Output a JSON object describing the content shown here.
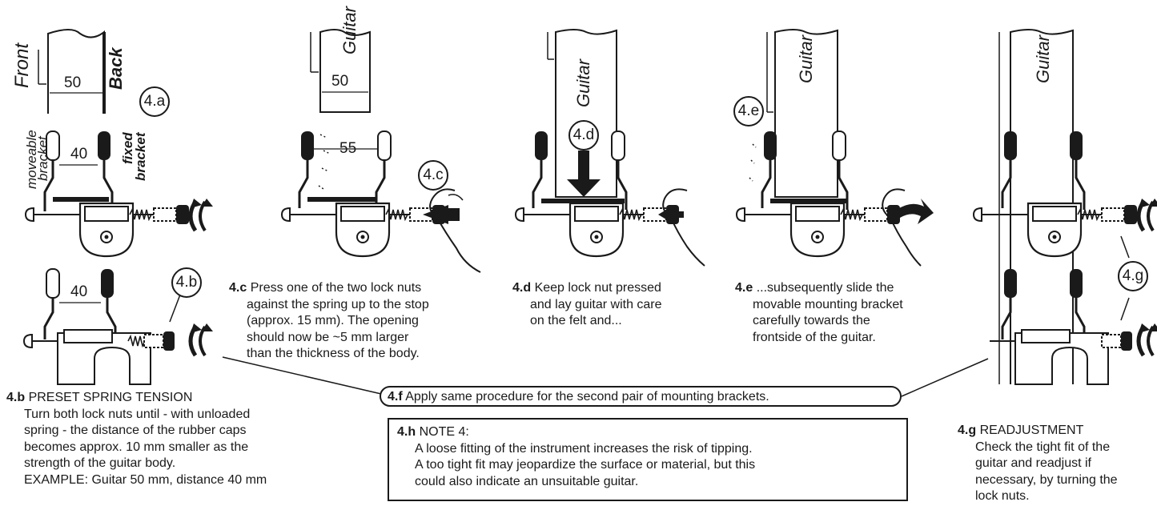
{
  "badges": {
    "a": "4.a",
    "b": "4.b",
    "c": "4.c",
    "d": "4.d",
    "e": "4.e",
    "g": "4.g"
  },
  "labels": {
    "front": "Front",
    "back": "Back",
    "moveable_bracket_1": "moveable",
    "moveable_bracket_2": "bracket",
    "fixed_bracket_1": "fixed",
    "fixed_bracket_2": "bracket",
    "guitar": "Guitar"
  },
  "dimensions": {
    "body_width_a": "50",
    "bracket_gap_a": "40",
    "bracket_gap_b": "40",
    "body_width_c": "50",
    "bracket_gap_c": "55"
  },
  "captions": {
    "b": {
      "id": "4.b",
      "title": "PRESET SPRING TENSION",
      "lines": [
        "Turn both lock nuts until - with unloaded",
        "spring - the distance of the rubber caps",
        "becomes approx. 10 mm smaller as the",
        "strength of the guitar body.",
        "EXAMPLE: Guitar 50 mm, distance 40 mm"
      ]
    },
    "c": {
      "id": "4.c",
      "first": "Press one of the two lock nuts",
      "lines": [
        "against the spring up to the stop",
        "(approx. 15 mm). The opening",
        "should now be ~5 mm larger",
        "than the thickness of the body."
      ]
    },
    "d": {
      "id": "4.d",
      "first": "Keep lock nut pressed",
      "lines": [
        "and lay guitar with care",
        "on the felt and..."
      ]
    },
    "e": {
      "id": "4.e",
      "first": "...subsequently slide the",
      "lines": [
        "movable mounting bracket",
        "carefully towards the",
        "frontside of the guitar."
      ]
    },
    "f": {
      "id": "4.f",
      "text": "Apply same procedure for the second pair of mounting brackets."
    },
    "g": {
      "id": "4.g",
      "title": "READJUSTMENT",
      "lines": [
        "Check the tight fit of the",
        "guitar and readjust if",
        "necessary, by turning the",
        "lock nuts."
      ]
    },
    "h": {
      "id": "4.h",
      "title": "NOTE 4:",
      "lines": [
        "A loose fitting of the instrument increases the risk of tipping.",
        "A too tight fit may jeopardize the surface or material, but this",
        "could also indicate an unsuitable guitar."
      ]
    }
  },
  "colors": {
    "ink": "#1a1a1a",
    "paper": "#ffffff"
  }
}
